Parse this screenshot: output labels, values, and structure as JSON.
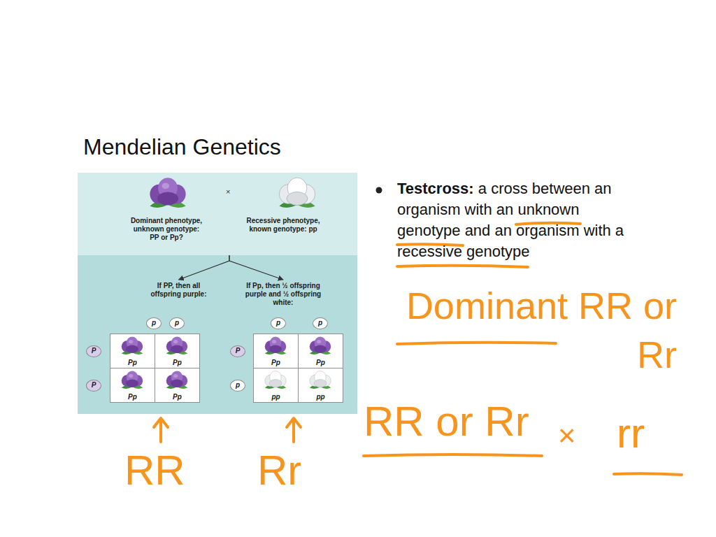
{
  "diagram": {
    "title": "Mendelian Genetics",
    "nodes": [
      {
        "text": [
          "Dominant phenotype, unknown genotype: PP or Pp?",
          "Recessive phenotype, known genotype: pp"
        ]
      },
      {
        "text": [
          "If PP, then all offspring purple:"
        ]
      },
      {
        "text": [
          "Pp"
        ],
        "in": 1
      },
      {
        "text": [
          "Pp"
        ],
        "in": 1
      },
      {
        "text": [
          "Pp"
        ],
        "in": 1
      },
      {
        "text": [
          "Pp"
        ],
        "in": 1
      },
      {
        "text": [
          "p"
        ]
      },
      {
        "text": [
          "p"
        ]
      },
      {
        "text": [
          "P"
        ]
      },
      {
        "text": [
          "P"
        ]
      },
      {
        "text": [
          "If Pp, then ½ offspring purple and ½ offspring white:"
        ]
      },
      {
        "text": [
          "Pp"
        ],
        "in": 10
      },
      {
        "text": [
          "Pp"
        ],
        "in": 10
      },
      {
        "text": [
          "pp"
        ],
        "in": 10
      },
      {
        "text": [
          "pp"
        ],
        "in": 10
      },
      {
        "text": [
          "p"
        ]
      },
      {
        "text": [
          "p"
        ]
      },
      {
        "text": [
          "P"
        ]
      },
      {
        "text": [
          "p"
        ]
      }
    ],
    "edges": [
      {
        "from": 0,
        "to": 1,
        "arrow": "to"
      },
      {
        "from": 0,
        "to": 10,
        "arrow": "to"
      }
    ],
    "labels": [
      "×",
      "Testcross:",
      "a cross between an organism with an unknown genotype and an organism with a recessive genotype",
      "Dominant RR or Rr",
      "RR or Rr",
      "×",
      "rr",
      "RR",
      "Rr"
    ]
  }
}
